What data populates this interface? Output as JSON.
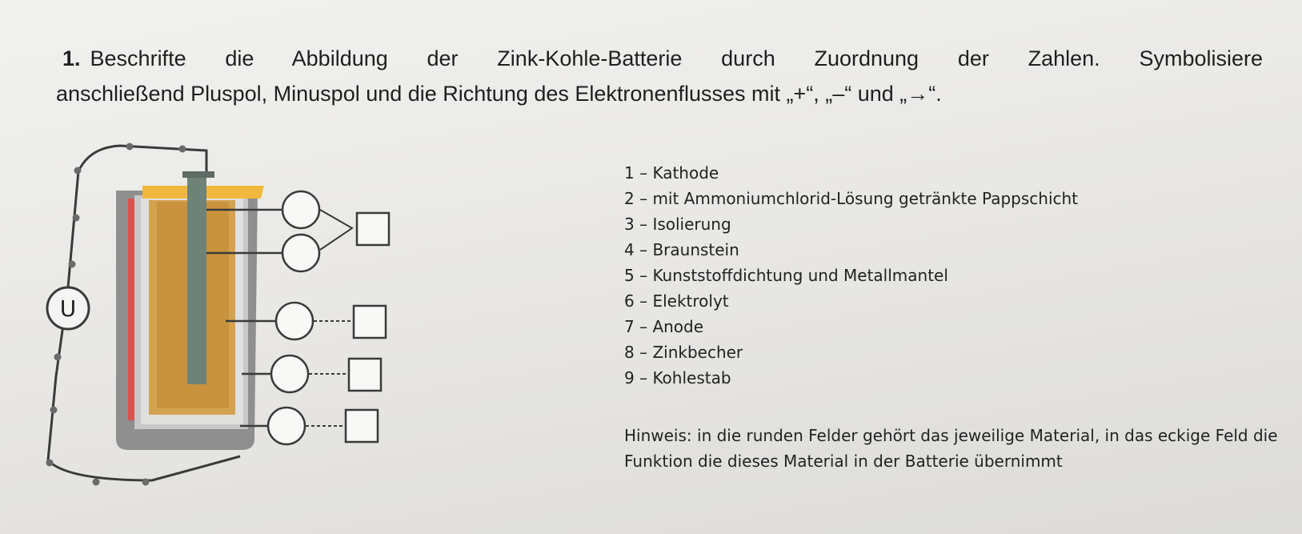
{
  "task": {
    "number": "1.",
    "line1": "Beschrifte die Abbildung der Zink-Kohle-Batterie durch Zuordnung der Zahlen. Symbolisiere",
    "line2": "anschließend Pluspol, Minuspol und die Richtung des Elektronenflusses mit „+“, „–“ und „→“."
  },
  "diagram": {
    "meter_label": "U",
    "colors": {
      "casing": "#8f8f8f",
      "casing_inner": "#c8c8c8",
      "yellow_cap": "#f0b83c",
      "red_edge": "#d9534f",
      "braunstein": "#d4a24f",
      "rod": "#6f8278",
      "wire": "#3a3a3a"
    }
  },
  "legend": [
    "1 – Kathode",
    "2 – mit Ammoniumchlorid-Lösung getränkte Pappschicht",
    "3 – Isolierung",
    "4 – Braunstein",
    "5 – Kunststoffdichtung und Metallmantel",
    "6 – Elektrolyt",
    "7 – Anode",
    "8 – Zinkbecher",
    "9 – Kohlestab"
  ],
  "hint": "Hinweis: in die runden Felder gehört das jeweilige Material, in das eckige Feld die Funktion die dieses Material in der Batterie übernimmt"
}
